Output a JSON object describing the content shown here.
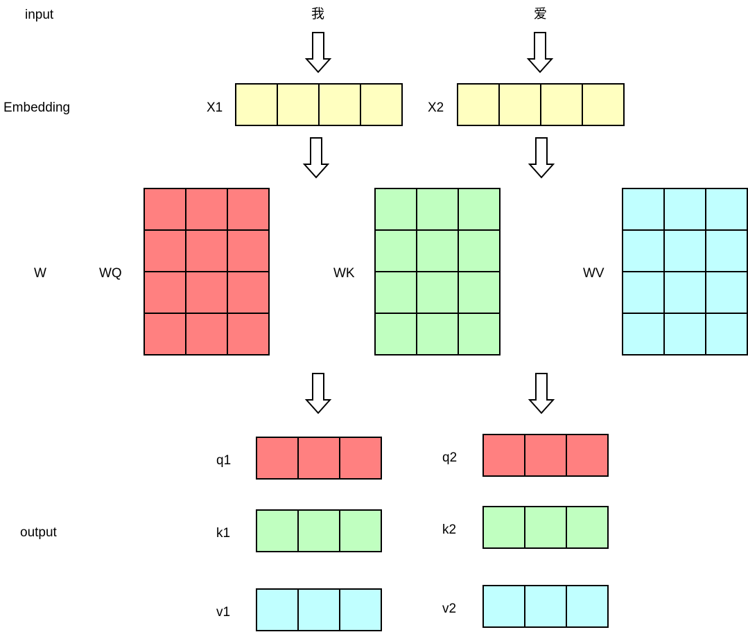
{
  "rows": {
    "input": "input",
    "embedding": "Embedding",
    "weights": "W",
    "output": "output"
  },
  "tokens": {
    "t1": "我",
    "t2": "爱"
  },
  "embeddings": {
    "x1": "X1",
    "x2": "X2"
  },
  "weights": {
    "wq": "WQ",
    "wk": "WK",
    "wv": "WV"
  },
  "outputs": {
    "q1": "q1",
    "k1": "k1",
    "v1": "v1",
    "q2": "q2",
    "k2": "k2",
    "v2": "v2"
  },
  "colors": {
    "embedding": "#FFFFC0",
    "query": "#FF8080",
    "key": "#C0FFC0",
    "value": "#C0FFFF",
    "border": "#000000"
  }
}
